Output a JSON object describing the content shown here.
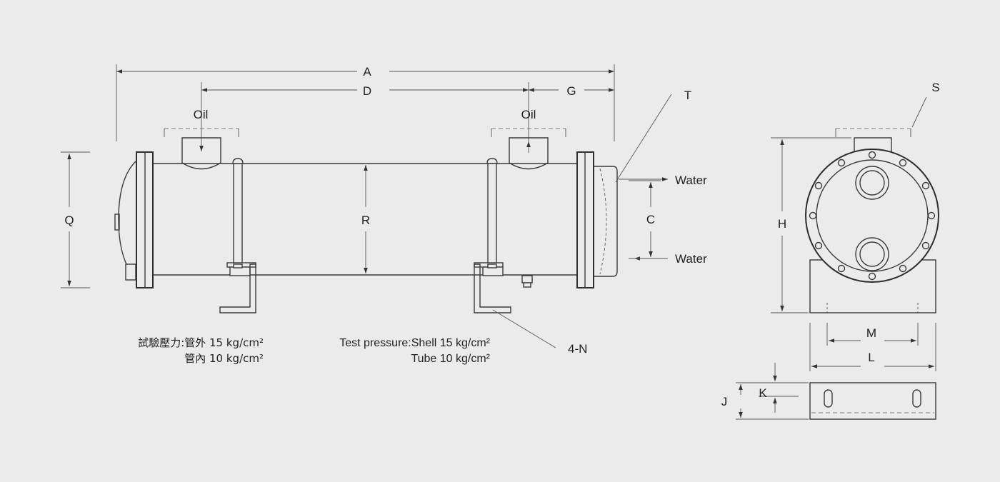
{
  "labels": {
    "a": "A",
    "d": "D",
    "g": "G",
    "t": "T",
    "q": "Q",
    "r": "R",
    "c": "C",
    "s": "S",
    "h": "H",
    "m": "M",
    "l": "L",
    "j": "J",
    "k": "K",
    "n": "4-N"
  },
  "ports": {
    "oil_left": "Oil",
    "oil_right": "Oil",
    "water_out": "Water",
    "water_in": "Water"
  },
  "notes": {
    "cn_line1": "試驗壓力:管外 15 kg/cm²",
    "cn_line2": "管內 10 kg/cm²",
    "en_line1": "Test pressure:Shell 15 kg/cm²",
    "en_line2": "Tube 10 kg/cm²"
  }
}
